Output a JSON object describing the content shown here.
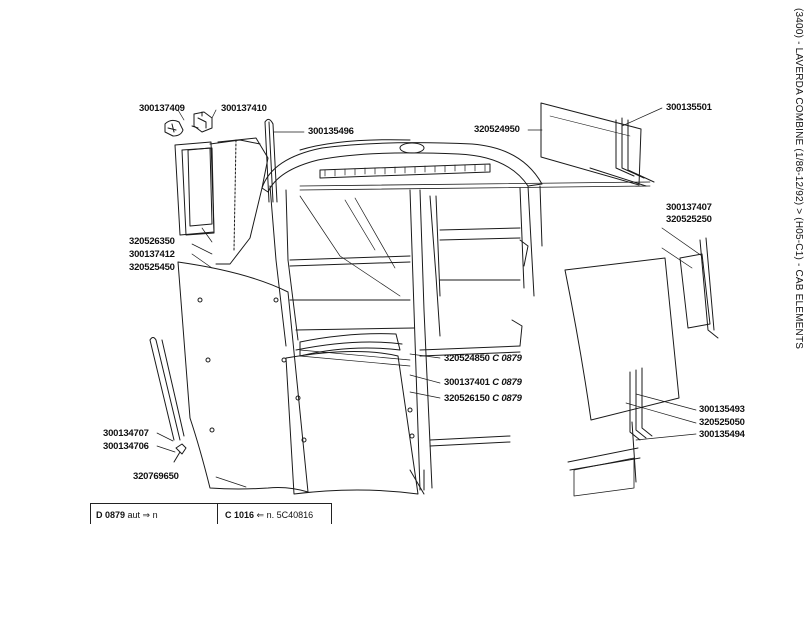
{
  "title": "(3400) - LAVERDA COMBINE (1/86-12/92) > (H05-C1) - CAB ELEMENTS",
  "labels": {
    "p300137409": "300137409",
    "p300137410": "300137410",
    "p300135496": "300135496",
    "p320524950": "320524950",
    "p300135501": "300135501",
    "p300137407": "300137407",
    "p320525250": "320525250",
    "p320526350": "320526350",
    "p300137412": "300137412",
    "p320525450": "320525450",
    "p320524850": "320524850",
    "p320524850_code": "C 0879",
    "p300137401": "300137401",
    "p300137401_code": "C 0879",
    "p320526150": "320526150",
    "p320526150_code": "C 0879",
    "p300135493": "300135493",
    "p320525050": "320525050",
    "p300135494": "300135494",
    "p300134707": "300134707",
    "p300134706": "300134706",
    "p320769650": "320769650"
  },
  "legend": {
    "left_code": "D 0879",
    "left_text": "aut ⇒ n",
    "right_code": "C 1016",
    "right_text": "⇐ n. 5C40816"
  }
}
